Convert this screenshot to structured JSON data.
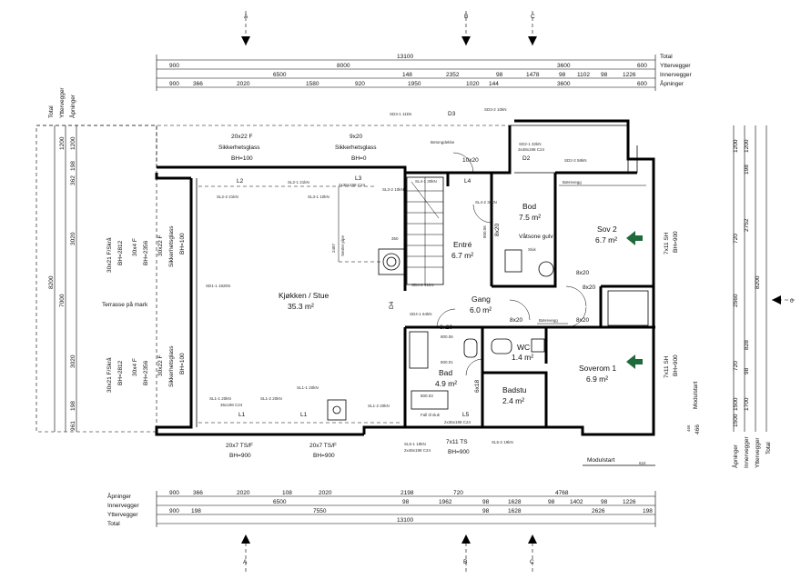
{
  "dims_top": {
    "total_label": "Total",
    "ytter_label": "Yttervegger",
    "inner_label": "Innervegger",
    "apn_label": "Åpninger",
    "total": "13100",
    "ytter": [
      "900",
      "8000",
      "3600",
      "600"
    ],
    "inner": [
      "6500",
      "148",
      "2352",
      "98",
      "1478",
      "98",
      "1102",
      "98",
      "1226"
    ],
    "apn": [
      "900",
      "366",
      "2020",
      "1580",
      "920",
      "1950",
      "1020",
      "144",
      "3600",
      "600"
    ]
  },
  "dims_bottom": {
    "apn_label": "Åpninger",
    "inner_label": "Innervegger",
    "ytter_label": "Yttervegger",
    "total_label": "Total",
    "apn": [
      "900",
      "366",
      "2020",
      "108",
      "2020",
      "2198",
      "720",
      "4768"
    ],
    "inner": [
      "6500",
      "98",
      "1962",
      "98",
      "1628",
      "98",
      "1402",
      "98",
      "1226"
    ],
    "ytter": [
      "900",
      "198",
      "7550",
      "98",
      "1628",
      "2626",
      "198"
    ],
    "total": "13100"
  },
  "dims_left": {
    "labels": [
      "Total",
      "Yttervegger",
      "Åpninger"
    ],
    "values": [
      "1200",
      "1200",
      "198",
      "362",
      "8200",
      "7000",
      "3020",
      "3020",
      "198",
      "961"
    ]
  },
  "dims_right": {
    "labels": [
      "Åpninger",
      "Innervegger",
      "Yttervegger",
      "Total"
    ],
    "values": [
      "1200",
      "1200",
      "198",
      "2752",
      "720",
      "2560",
      "8200",
      "828",
      "720",
      "1500",
      "1700",
      "98",
      "466",
      "1500"
    ]
  },
  "axes": {
    "a": "A",
    "b": "B",
    "c": "C",
    "zero": "0"
  },
  "rooms": {
    "kjokken": {
      "name": "Kjøkken / Stue",
      "area": "35.3 m²"
    },
    "entre": {
      "name": "Entré",
      "area": "6.7 m²"
    },
    "bod": {
      "name": "Bod",
      "area": "7.5 m²"
    },
    "vatsone": "Våtsone gulv",
    "sluk": "Sluk",
    "sov2": {
      "name": "Sov 2",
      "area": "6.7 m²"
    },
    "gang": {
      "name": "Gang",
      "area": "6.0 m²"
    },
    "wc": {
      "name": "WC",
      "area": "1.4 m²"
    },
    "bad": {
      "name": "Bad",
      "area": "4.9 m²"
    },
    "badstu": {
      "name": "Badstu",
      "area": "2.4 m²"
    },
    "soverom1": {
      "name": "Soverom 1",
      "area": "6.9 m²"
    }
  },
  "labels": {
    "terrasse": "Terrasse på mark",
    "win_left1": [
      "30x21 F/Skrå",
      "BH=2812",
      "30x4 F",
      "BH=2356",
      "30x22 F",
      "Sikkerhetsglass",
      "BH=100"
    ],
    "win_left2": [
      "30x21 F/Skrå",
      "BH=2812",
      "30x4 F",
      "BH=2356",
      "30x22 F",
      "Sikkerhetsglass",
      "BH=100"
    ],
    "win_top1": [
      "20x22 F",
      "Sikkerhetsglass",
      "BH=100"
    ],
    "win_top2": [
      "9x20",
      "Sikkerhetsglass",
      "BH=0"
    ],
    "win_bottom1": [
      "20x7 TS/F",
      "BH=900"
    ],
    "win_bottom2": [
      "20x7 TS/F",
      "BH=900"
    ],
    "win_bottom3": [
      "7x11 TS",
      "BH=900"
    ],
    "win_right1": [
      "7x11 SH",
      "BH=900"
    ],
    "win_right2": [
      "7x11 SH",
      "BH=900"
    ],
    "doors": [
      "8x20",
      "8x20",
      "8x20",
      "8x20",
      "8x20",
      "10x20",
      "8x20",
      "6x18"
    ],
    "barevegg1": "Bærevegg",
    "barevegg2": "Bærevegg",
    "senter_pipe": "Senter pipe",
    "betongdekke": "Betongdekke",
    "fall_sluk": "Fall til sluk",
    "modulstart": "Modulstart",
    "modulstart2": "Modulstart",
    "dim_350": "350",
    "dim_2487": "2487",
    "dim_624": "624",
    "dim_466": "466",
    "counter1": "800.06",
    "counter2": "800.01",
    "counter3": "800.06",
    "counter4": "800.03",
    "beam_L1": "L1",
    "beam_L1b": "L1",
    "beam_L2": "L2",
    "beam_L3": "L3",
    "beam_L4": "L4",
    "beam_L5": "L5",
    "beam_D2": "D2",
    "beam_D3": "D3",
    "beam_D4": "D4",
    "beam_L3_spec": "2x36x198 C24",
    "beam_L5_spec": "2x36x198 C24",
    "notes": [
      "SD3-1 11kN",
      "SD3-2 10kN",
      "SD2-1 32kN",
      "SD2-2 58kN",
      "SL2-1 21kN",
      "SL2-2 21kN",
      "SL3-1 10kN",
      "SL3-2 10kN",
      "SL4-1 30kN",
      "SL4-2 30kN",
      "SD4-1 64kN",
      "SD4-2 91kN",
      "SL1-1 20kN",
      "SL1-2 20kN",
      "SL1-1 20kN",
      "SL1-2 20kN",
      "SL5-1 19kN",
      "SL5-2 19kN",
      "SD1-1 182kN"
    ],
    "spec_notes": [
      "36x198 C24",
      "2x48x198 C24",
      "3x48x198 C24"
    ]
  }
}
